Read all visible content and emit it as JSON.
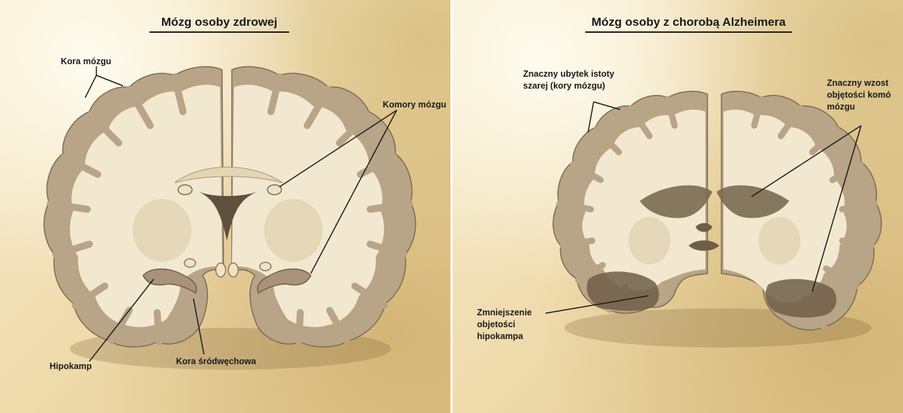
{
  "left": {
    "title": "Mózg osoby zdrowej",
    "labels": {
      "cortex": "Kora mózgu",
      "ventricles": "Komory mózgu",
      "hippocampus": "Hipokamp",
      "entorhinal": "Kora śródwęchowa"
    }
  },
  "right": {
    "title": "Mózg osoby z chorobą Alzheimera",
    "labels": {
      "gray_loss_1": "Znaczny ubytek istoty",
      "gray_loss_2": "szarej (kory mózgu)",
      "ventricle_growth_1": "Znaczny wzost",
      "ventricle_growth_2": "objętości komó",
      "ventricle_growth_3": "mózgu",
      "hippo_shrink_1": "Zmniejszenie",
      "hippo_shrink_2": "objetości",
      "hippo_shrink_3": "hipokampa"
    }
  },
  "colors": {
    "gray_matter": "#b8a486",
    "white_matter": "#f2e8cf",
    "outline": "#7d6a52",
    "cavity": "#6e5e48"
  }
}
